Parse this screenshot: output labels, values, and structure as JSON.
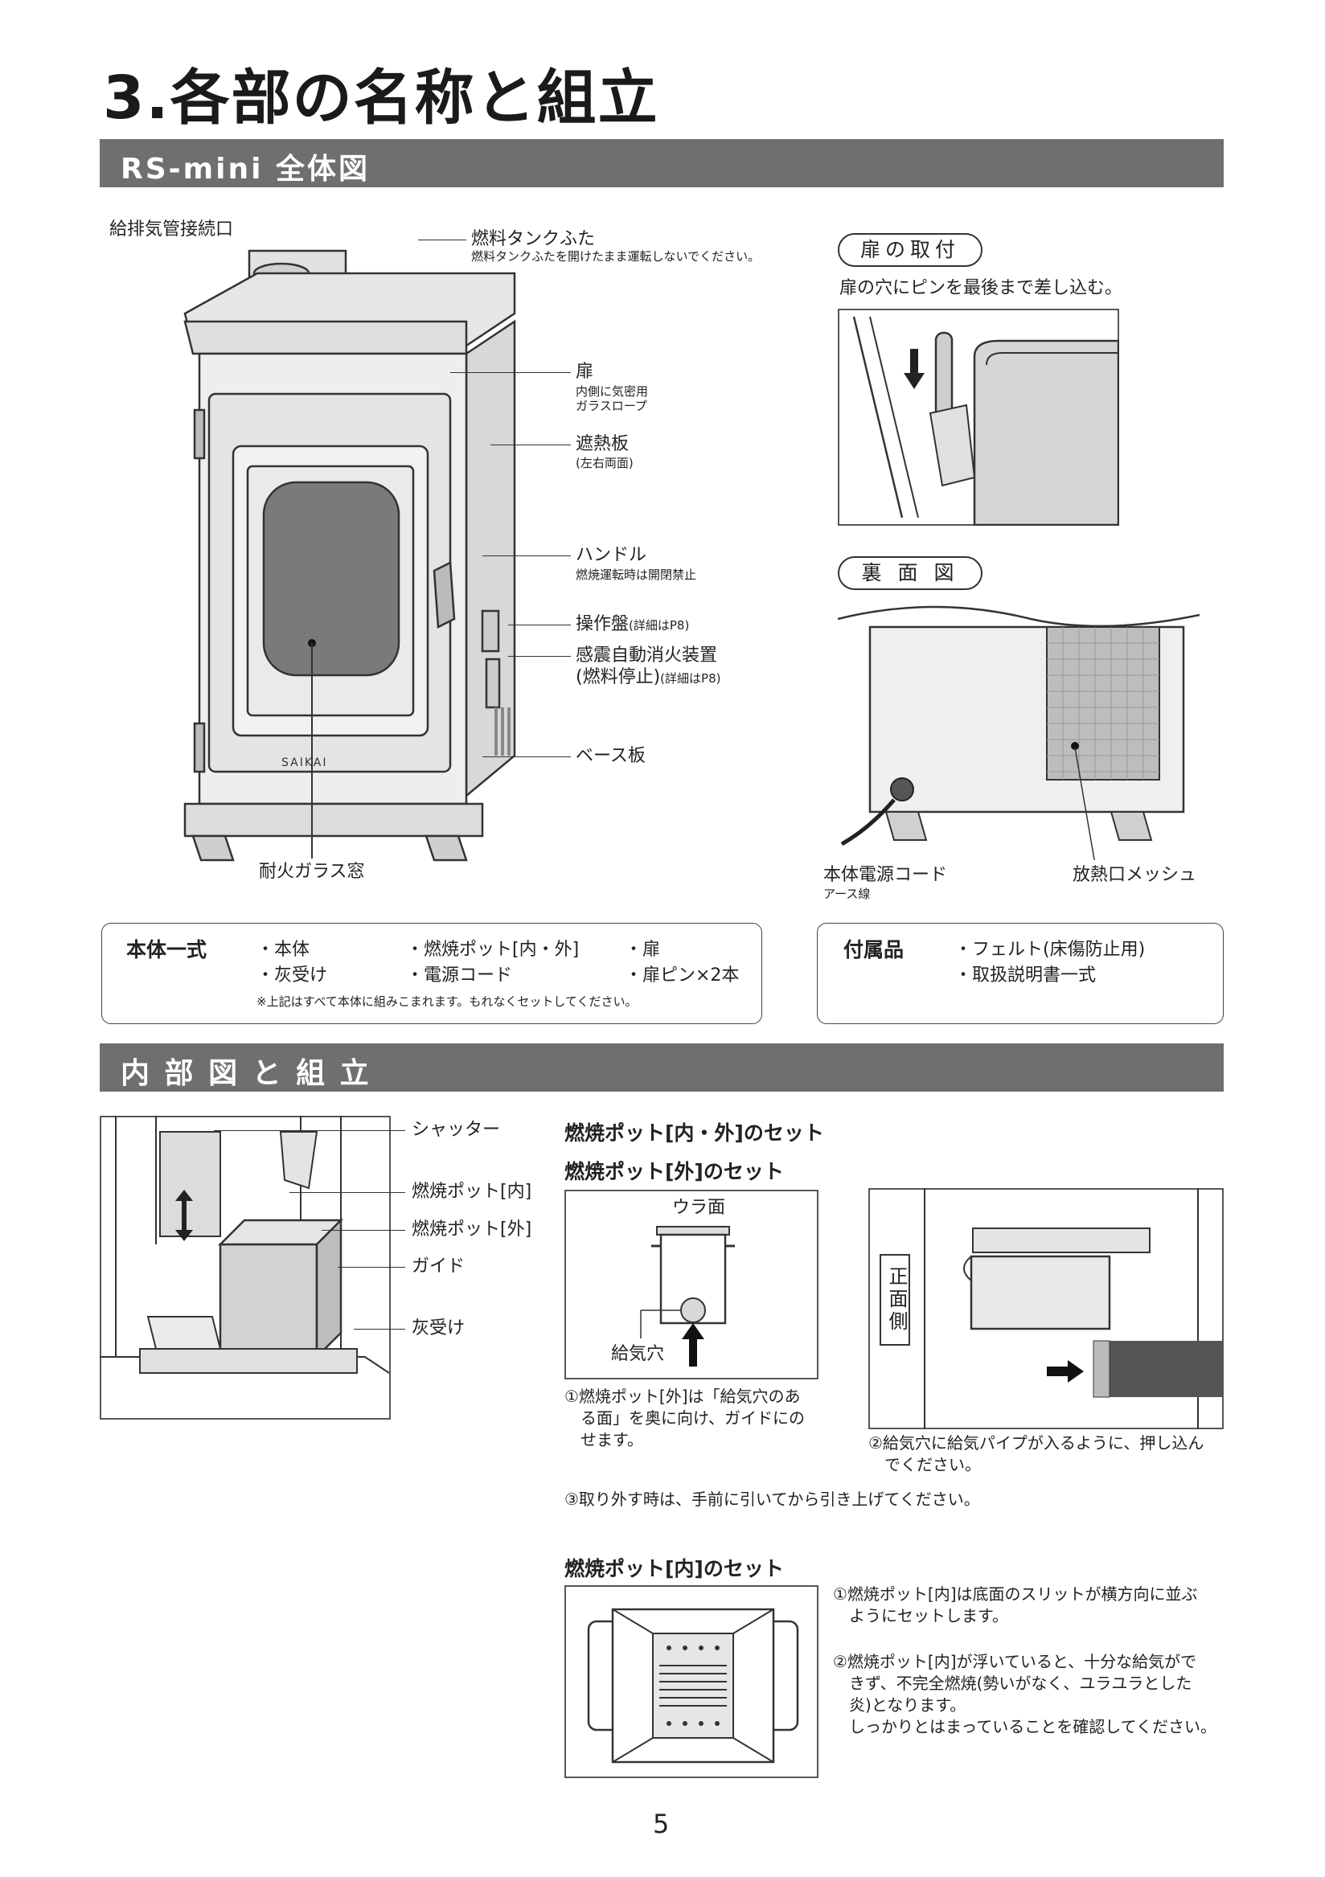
{
  "page": {
    "title": "3.各部の名称と組立",
    "page_number": "5"
  },
  "section1": {
    "bar": "RS-mini 全体図",
    "labels": {
      "exhaust": "給排気管接続口",
      "tank_lid": "燃料タンクふた",
      "tank_lid_note": "燃料タンクふたを開けたまま運転しないでください。",
      "door": "扉",
      "door_note1": "内側に気密用",
      "door_note2": "ガラスロープ",
      "heat_shield": "遮熱板",
      "heat_shield_note": "(左右両面)",
      "handle": "ハンドル",
      "handle_note": "燃焼運転時は開閉禁止",
      "panel": "操作盤",
      "panel_note": "(詳細はP8)",
      "quake": "感震自動消火装置",
      "quake2": "(燃料停止)",
      "quake_note": "(詳細はP8)",
      "base": "ベース板",
      "glass": "耐火ガラス窓",
      "brand": "SAIKAI"
    },
    "door_attach": {
      "title": "扉の取付",
      "text": "扉の穴にピンを最後まで差し込む。"
    },
    "rear": {
      "title": "裏 面 図",
      "cord": "本体電源コード",
      "cord_note": "アース線",
      "mesh": "放熱口メッシュ"
    },
    "contents": {
      "title": "本体一式",
      "items": [
        "・本体",
        "・燃焼ポット[内・外]",
        "・扉",
        "・灰受け",
        "・電源コード",
        "・扉ピン×2本"
      ],
      "note": "※上記はすべて本体に組みこまれます。もれなくセットしてください。"
    },
    "accessories": {
      "title": "付属品",
      "items": [
        "・フェルト(床傷防止用)",
        "・取扱説明書一式"
      ]
    }
  },
  "section2": {
    "bar": "内 部 図 と 組 立",
    "labels": [
      "シャッター",
      "燃焼ポット[内]",
      "燃焼ポット[外]",
      "ガイド",
      "灰受け"
    ],
    "heading_set": "燃焼ポット[内・外]のセット",
    "heading_outer": "燃焼ポット[外]のセット",
    "ura": "ウラ面",
    "kyuki": "給気穴",
    "front_side": "正面側",
    "step1": "①燃焼ポット[外]は「給気穴のある面」を奥に向け、ガイドにのせます。",
    "step1_l1": "①燃焼ポット[外]は「給気穴のあ",
    "step1_l2": "る面」を奥に向け、ガイドにの",
    "step1_l3": "せます。",
    "step2_l1": "②給気穴に給気パイプが入るように、押し込ん",
    "step2_l2": "でください。",
    "step3": "③取り外す時は、手前に引いてから引き上げてください。",
    "heading_inner": "燃焼ポット[内]のセット",
    "inner1_l1": "①燃焼ポット[内]は底面のスリットが横方向に並ぶ",
    "inner1_l2": "ようにセットします。",
    "inner2_l1": "②燃焼ポット[内]が浮いていると、十分な給気がで",
    "inner2_l2": "きず、不完全燃焼(勢いがなく、ユラユラとした",
    "inner2_l3": "炎)となります。",
    "inner2_l4": "しっかりとはまっていることを確認してください。"
  }
}
